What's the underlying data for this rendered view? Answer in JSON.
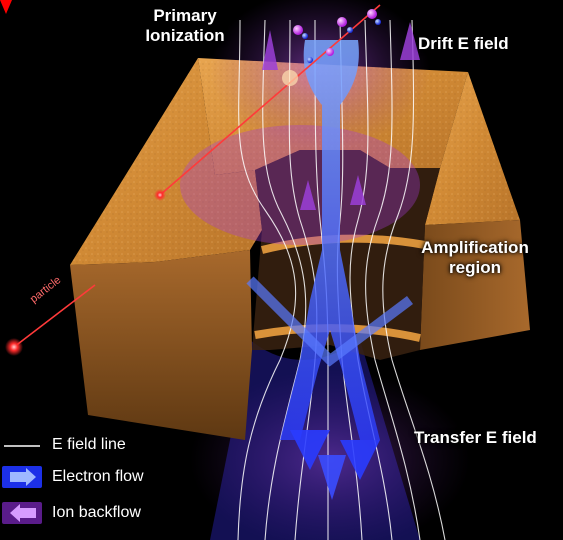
{
  "labels": {
    "primary_ionization": [
      "Primary",
      "Ionization"
    ],
    "drift_field": "Drift E field",
    "amplification_region": [
      "Amplification",
      "region"
    ],
    "transfer_field": "Transfer E field",
    "particle": "particle"
  },
  "legend": [
    {
      "text": "E field line",
      "symbol": "white-line",
      "color": "#ffffff"
    },
    {
      "text": "Electron flow",
      "symbol": "blue-arrow",
      "color": "#2a3cff"
    },
    {
      "text": "Ion backflow",
      "symbol": "violet-arrow",
      "color": "#8a3fd0"
    }
  ],
  "colors": {
    "gem_copper": "#d9923a",
    "gem_side": "#8c5a24",
    "electron_flow": "#2a3cff",
    "ion_backflow": "#9b3fd8",
    "field_line": "#ffffff",
    "particle_track": "#ff3a3a",
    "ion_dot": "#d23cff"
  }
}
